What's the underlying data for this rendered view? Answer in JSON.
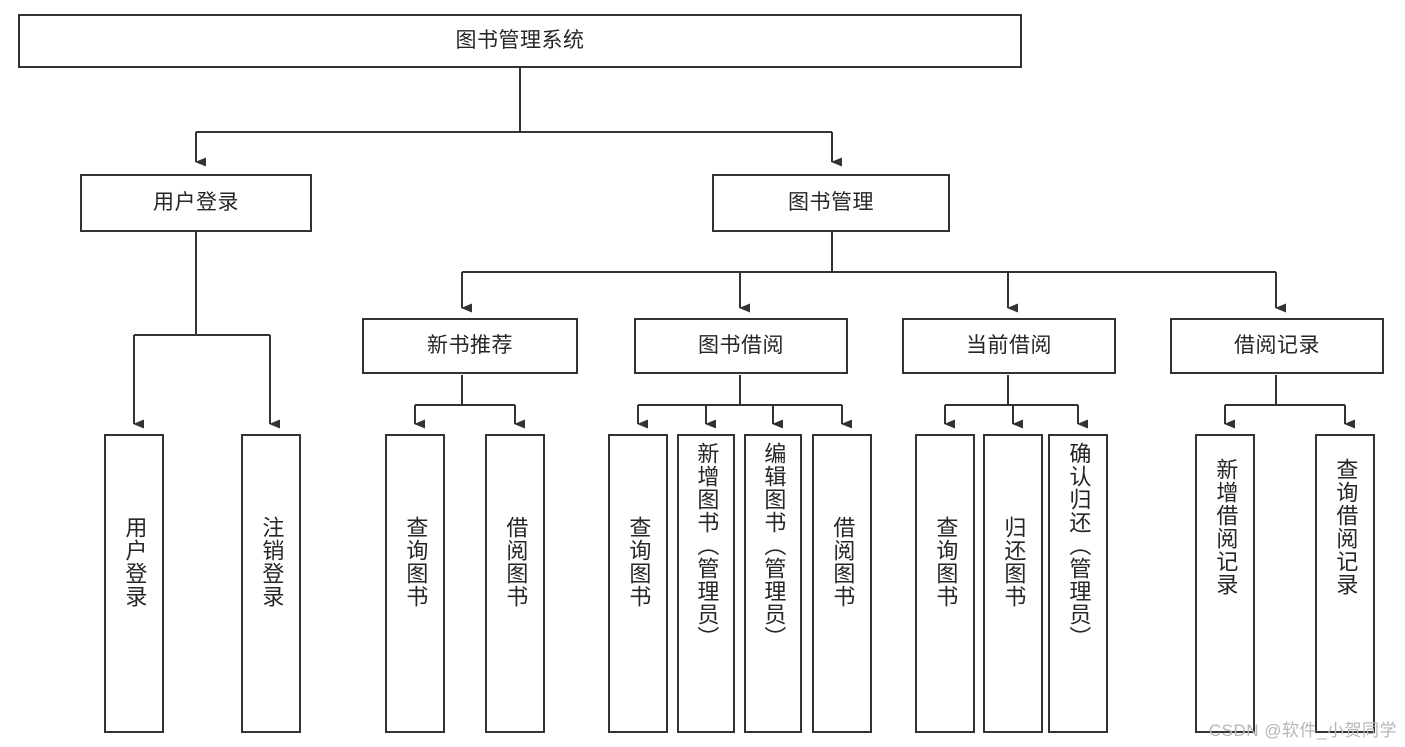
{
  "diagram": {
    "title": "图书管理系统",
    "type": "tree-hierarchy-chart",
    "watermark": "CSDN @软件_小贺同学",
    "colors": {
      "box_border": "#333333",
      "box_fill": "#ffffff",
      "connector": "#333333",
      "text": "#262626",
      "watermark": "#b6b6b6",
      "background": "#ffffff"
    },
    "levels": {
      "root": {
        "label": "图书管理系统"
      },
      "level2": [
        {
          "id": "user-login",
          "label": "用户登录"
        },
        {
          "id": "book-management",
          "label": "图书管理"
        }
      ],
      "level3": [
        {
          "id": "new-book-recommend",
          "label": "新书推荐",
          "parent": "book-management"
        },
        {
          "id": "book-borrow",
          "label": "图书借阅",
          "parent": "book-management"
        },
        {
          "id": "current-borrow",
          "label": "当前借阅",
          "parent": "book-management"
        },
        {
          "id": "borrow-record",
          "label": "借阅记录",
          "parent": "book-management"
        }
      ],
      "leaves": [
        {
          "id": "leaf-user-login",
          "label": "用户登录",
          "parent": "user-login"
        },
        {
          "id": "leaf-logout-login",
          "label": "注销登录",
          "parent": "user-login"
        },
        {
          "id": "leaf-query-book-1",
          "label": "查询图书",
          "parent": "new-book-recommend"
        },
        {
          "id": "leaf-borrow-book-1",
          "label": "借阅图书",
          "parent": "new-book-recommend"
        },
        {
          "id": "leaf-query-book-2",
          "label": "查询图书",
          "parent": "book-borrow"
        },
        {
          "id": "leaf-add-book",
          "label": "新增图书（管理员）",
          "parent": "book-borrow"
        },
        {
          "id": "leaf-edit-book",
          "label": "编辑图书（管理员）",
          "parent": "book-borrow"
        },
        {
          "id": "leaf-borrow-book-2",
          "label": "借阅图书",
          "parent": "book-borrow"
        },
        {
          "id": "leaf-query-book-3",
          "label": "查询图书",
          "parent": "current-borrow"
        },
        {
          "id": "leaf-return-book",
          "label": "归还图书",
          "parent": "current-borrow"
        },
        {
          "id": "leaf-confirm-return",
          "label": "确认归还（管理员）",
          "parent": "current-borrow"
        },
        {
          "id": "leaf-add-borrow-record",
          "label": "新增借阅记录",
          "parent": "borrow-record"
        },
        {
          "id": "leaf-query-borrow-record",
          "label": "查询借阅记录",
          "parent": "borrow-record"
        }
      ]
    }
  }
}
